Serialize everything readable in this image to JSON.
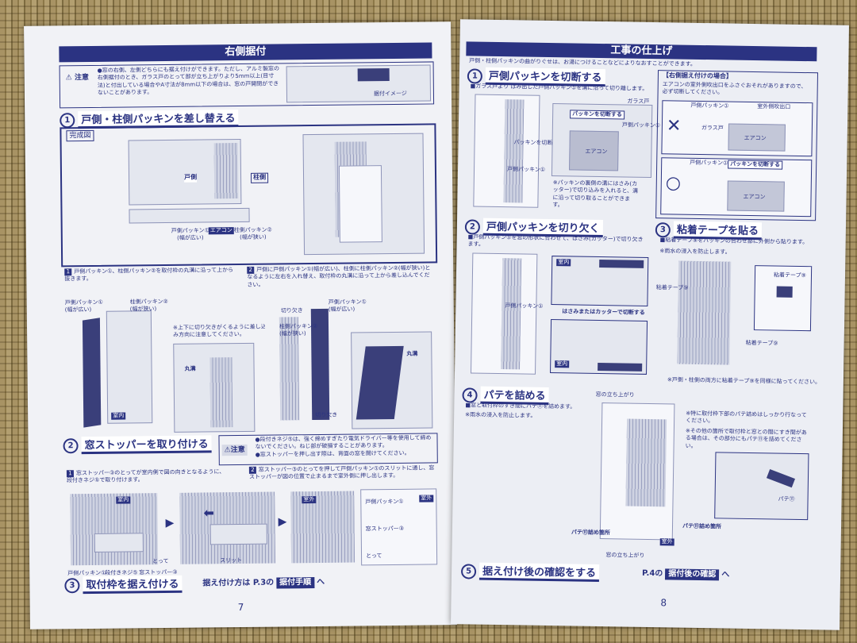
{
  "left": {
    "title": "右側据付",
    "caution_label": "注意",
    "caution_text": "●窓の右側、左側どちらにも据え付けができます。ただし、アルミ製窓の右側据付のとき、ガラス戸のとって部が立ち上がりより5mm以上(目寸法)と付出している場合やA寸法が8mm以下の場合は、窓の戸開閉ができないことがあります。",
    "mount_image_label": "据付イメージ",
    "s1_num": "1",
    "s1_title": "戸側・柱側パッキンを差し替える",
    "complete_label": "完成図",
    "door_side": "戸側",
    "pillar_side": "柱側",
    "aircon": "エアコン",
    "packing1_wide": "戸側パッキン①\n(幅が広い)",
    "packing2_narrow": "柱側パッキン②\n(幅が狭い)",
    "step1_num": "1",
    "step1_text": "戸側パッキン①、柱側パッキン②を取付枠の丸溝に沿って上から抜きます。",
    "step2_num": "2",
    "step2_text": "戸側に戸側パッキン①(幅が広い)、柱側に柱側パッキン②(幅が狭い)となるように左右を入れ替え、取付枠の丸溝に沿って上から差し込んでください。",
    "notch_note": "※上下に切り欠きがくるように差し込み方向に注意してください。",
    "round_groove": "丸溝",
    "notch": "切り欠き",
    "indoor": "室内",
    "outdoor": "室外",
    "s2_num": "2",
    "s2_title": "窓ストッパーを取り付ける",
    "s2_caution_label": "注意",
    "s2_caution_text": "●段付きネジ⑤は、強く締めすぎたり電気ドライバー等を使用して締めないでください。ねじ部が破損することがあります。\n●窓ストッパーを押し出す際は、背面の窓を開けてください。",
    "s2_step1_num": "1",
    "s2_step1_text": "窓ストッパー③のとってが室内側で図の向きとなるように、段付きネジ⑤で取り付けます。",
    "s2_step2_num": "2",
    "s2_step2_text": "窓ストッパー③のとってを押して戸側パッキン①のスリットに通し、窓ストッパーが図の位置で止まるまで室外側に押し出します。",
    "lbl_packing1": "戸側パッキン①",
    "lbl_screw": "段付きネジ⑤",
    "lbl_stopper": "窓ストッパー③",
    "lbl_handle": "とって",
    "lbl_slit": "スリット",
    "s3_num": "3",
    "s3_title": "取付枠を据え付ける",
    "s3_text_pre": "据え付け方は P.3の",
    "s3_chip": "据付手順",
    "s3_text_post": "へ",
    "page_no": "7"
  },
  "right": {
    "title": "工事の仕上げ",
    "intro": "戸側・柱側パッキンの曲がりぐせは、お湯につけることなどによりなおすことができます。",
    "s1_num": "1",
    "s1_title": "戸側パッキンを切断する",
    "s1_text": "■ガラス戸より はみ出した戸側パッキン①を溝に沿って切り離します。",
    "cut_here": "パッキンを切断する",
    "glass_door": "ガラス戸",
    "packing1": "戸側パッキン①",
    "aircon": "エアコン",
    "s1_note": "※パッキンの裏側の溝にはさみ(カッター)で切り込みを入れると、溝に沿って切り取ることができます。",
    "right_case_title": "【右側据え付けの場合】",
    "right_case_text": "エアコンの室外側吹出口をふさぐおそれがありますので、必ず切断してください。",
    "outdoor_outlet": "室外側吹出口",
    "s2_num": "2",
    "s2_title": "戸側パッキンを切り欠く",
    "s2_text": "■戸側パッキン①を窓の形状に合わせて、はさみ(カッター)で切り欠きます。",
    "indoor": "室内",
    "outdoor": "室外",
    "cut_with_scissors": "はさみまたはカッターで切断する",
    "s3_num": "3",
    "s3_title": "粘着テープを貼る",
    "s3_text": "■粘着テープ⑨をパッキンの合わせ部に外側から貼ります。",
    "s3_note": "※雨水の浸入を防止します。",
    "tape": "粘着テープ⑨",
    "s3_foot": "※戸側・柱側の両方に粘着テープ⑨を同様に貼ってください。",
    "s4_num": "4",
    "s4_title": "パテを詰める",
    "s4_text": "■窓と取付枠のすき間にパテ⑪を詰めます。",
    "s4_note": "※雨水の浸入を防止します。",
    "s4_note2": "※特に取付枠下部のパテ詰めはしっかり行なってください。",
    "s4_note3": "※その他の箇所で取付枠と窓との間にすき間がある場合は、その部分にもパテ⑪を詰めてください。",
    "window_rise": "窓の立ち上がり",
    "putty": "パテ⑪",
    "putty_place": "パテ⑪詰め箇所",
    "s5_num": "5",
    "s5_title": "据え付け後の確認をする",
    "s5_text_pre": "P.4の",
    "s5_chip": "据付後の確認",
    "s5_text_post": "へ",
    "page_no": "8"
  }
}
